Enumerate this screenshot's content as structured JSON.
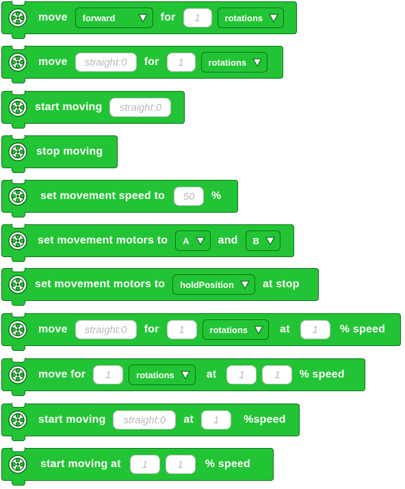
{
  "blocks": [
    {
      "parts": [
        {
          "type": "label",
          "text": "move"
        },
        {
          "type": "dropdown",
          "text": "forward"
        },
        {
          "type": "label",
          "text": "for"
        },
        {
          "type": "field",
          "text": "1"
        },
        {
          "type": "dropdown",
          "text": "rotations"
        }
      ]
    },
    {
      "parts": [
        {
          "type": "label",
          "text": "move"
        },
        {
          "type": "field",
          "text": "straight:0"
        },
        {
          "type": "label",
          "text": "for"
        },
        {
          "type": "field",
          "text": "1"
        },
        {
          "type": "dropdown",
          "text": "rotations"
        }
      ]
    },
    {
      "parts": [
        {
          "type": "label",
          "text": "start moving"
        },
        {
          "type": "field",
          "text": "straight:0"
        }
      ]
    },
    {
      "parts": [
        {
          "type": "label",
          "text": "stop moving"
        }
      ]
    },
    {
      "parts": [
        {
          "type": "label",
          "text": "set movement speed to"
        },
        {
          "type": "field",
          "text": "50"
        },
        {
          "type": "label",
          "text": "%"
        }
      ]
    },
    {
      "parts": [
        {
          "type": "label",
          "text": "set movement motors to"
        },
        {
          "type": "dropdown",
          "text": "A"
        },
        {
          "type": "label",
          "text": "and"
        },
        {
          "type": "dropdown",
          "text": "B"
        }
      ]
    },
    {
      "parts": [
        {
          "type": "label",
          "text": "set movement motors to"
        },
        {
          "type": "dropdown",
          "text": "holdPosition"
        },
        {
          "type": "label",
          "text": "at stop"
        }
      ]
    },
    {
      "parts": [
        {
          "type": "label",
          "text": "move"
        },
        {
          "type": "field",
          "text": "straight:0"
        },
        {
          "type": "label",
          "text": "for"
        },
        {
          "type": "field",
          "text": "1"
        },
        {
          "type": "dropdown",
          "text": "rotations"
        },
        {
          "type": "label",
          "text": "at"
        },
        {
          "type": "field",
          "text": "1"
        },
        {
          "type": "label",
          "text": "% speed"
        }
      ]
    },
    {
      "parts": [
        {
          "type": "label",
          "text": "move for"
        },
        {
          "type": "field",
          "text": "1"
        },
        {
          "type": "dropdown",
          "text": "rotations"
        },
        {
          "type": "label",
          "text": "at"
        },
        {
          "type": "field",
          "text": "1"
        },
        {
          "type": "field",
          "text": "1"
        },
        {
          "type": "label",
          "text": "% speed"
        }
      ]
    },
    {
      "parts": [
        {
          "type": "label",
          "text": "start moving"
        },
        {
          "type": "field",
          "text": "straight:0"
        },
        {
          "type": "label",
          "text": "at"
        },
        {
          "type": "field",
          "text": "1"
        },
        {
          "type": "label",
          "text": "%speed"
        }
      ]
    },
    {
      "parts": [
        {
          "type": "label",
          "text": "start moving at"
        },
        {
          "type": "field",
          "text": "1"
        },
        {
          "type": "field",
          "text": "1"
        },
        {
          "type": "label",
          "text": "% speed"
        }
      ]
    }
  ],
  "colors": {
    "block_fill": "#22c435",
    "block_border": "#0d6f17",
    "field_text": "#b8b8b8"
  },
  "icons": {
    "block": "motor-pair-icon",
    "dropdown": "triangle-down-icon"
  }
}
